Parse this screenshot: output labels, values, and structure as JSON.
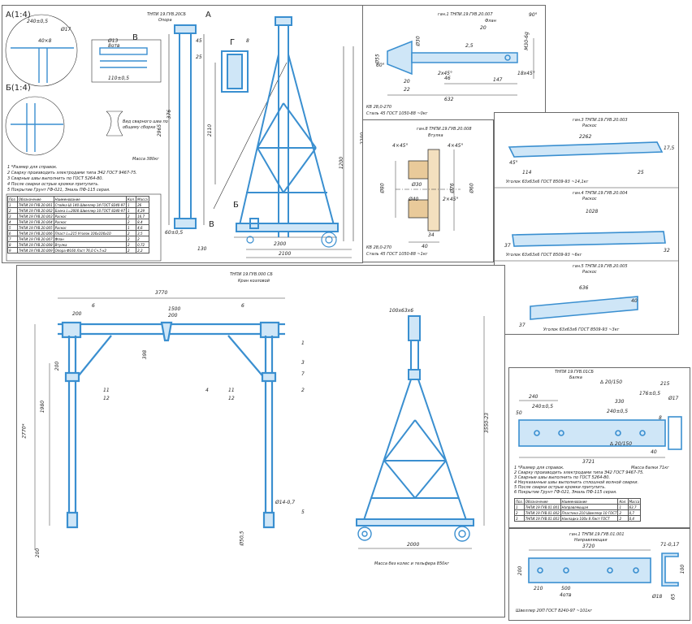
{
  "colors": {
    "steel": "#3a8fd0",
    "steel_light": "#7fbde8",
    "line": "#333333",
    "frame": "#6a6a6a"
  },
  "sheet1": {
    "title": "ТНПИ 19.ГУВ.20СБ",
    "subtitle": "Опора",
    "view_a": "А(1:4)",
    "view_b": "Б(1:4)",
    "label_a": "А",
    "label_b": "Б",
    "label_v": "В",
    "label_g": "Г",
    "view_v": "В",
    "dims": [
      "240±0,5",
      "40×8",
      "Ø17",
      "Ø13",
      "8отв",
      "110±0,5",
      "45",
      "25",
      "2110",
      "2965",
      "376",
      "1200",
      "2200",
      "2100",
      "2300",
      "60±0,5",
      "130",
      "8"
    ],
    "notes": [
      "1 *Размер для справок.",
      "2 Сварку производить электродами типа Э42 ГОСТ 9467-75.",
      "3 Сварные швы выполнить по ГОСТ 5264-80.",
      "4 После сварки острые кромки притупить.",
      "5 Покрытие Грунт ГФ-021, Эмаль ПФ-115 серая."
    ],
    "mass_note": "Масса 380кг",
    "weld_note": "Вид сварного шва по общему сборке",
    "spec_headers": [
      "Поз.",
      "Обозначение",
      "Наименование",
      "Кол.",
      "Масса"
    ],
    "spec_rows": [
      [
        "1",
        "ТНПИ.19.ГУВ.20.001",
        "Стойка Ш 140 Швеллер 14 ГОСТ 8240-97",
        "1",
        "26"
      ],
      [
        "2",
        "ТНПИ.19.ГУВ.20.002",
        "Балка L=2000 Швеллер 10 ГОСТ 8240-97",
        "1",
        "4,29"
      ],
      [
        "3",
        "ТНПИ.19.ГУВ.20.003",
        "Раскос",
        "2",
        "16,7"
      ],
      [
        "4",
        "ТНПИ.19.ГУВ.20.004",
        "Раскос",
        "2",
        "8,4"
      ],
      [
        "5",
        "ТНПИ.19.ГУВ.20.005",
        "Раскос",
        "1",
        "4,6"
      ],
      [
        "6",
        "ТНПИ.19.ГУВ.20.006",
        "Пласт L=215 Уголок 100х100х10",
        "2",
        "3,5"
      ],
      [
        "7",
        "ТНПИ.19.ГУВ.20.007",
        "Флан",
        "2",
        "2"
      ],
      [
        "8",
        "ТНПИ.19.ГУВ.20.008",
        "Втулка",
        "2",
        "0,72"
      ],
      [
        "9",
        "ТНПИ.19.ГУВ.20.009",
        "Опора Ф160 Ласт 76,0 Сч.5 к2",
        "2",
        "2,2"
      ]
    ]
  },
  "sheet2": {
    "stamp": "ган.1 ТНПИ.19.ГУВ.20.007",
    "title": "Флан",
    "dims": [
      "Ø30",
      "Ø55",
      "60°",
      "M30-6g",
      "20",
      "632",
      "22",
      "2,5",
      "2х45°",
      "18х45°",
      "147",
      "20",
      "46",
      "90°"
    ],
    "material": "КВ 28,0-270",
    "material2": "Сталь 45 ГОСТ 1050-88 ~0кг"
  },
  "sheet3": {
    "stamp": "ган.8 ТНПИ.19.ГУВ.20.008",
    "title": "Втулка",
    "dims": [
      "4×45°",
      "4×45°",
      "Ø80",
      "Ø76",
      "Ø60",
      "Ø40",
      "2×45°",
      "Ø30",
      "34",
      "40"
    ],
    "material": "КВ 28,0-270",
    "material2": "Сталь 45 ГОСТ 1050-88 ~1кг"
  },
  "sheet4": {
    "parts": [
      {
        "stamp": "ган.3 ТНПИ.19.ГУВ.20.003",
        "title": "Раскос",
        "length": "2262",
        "dims": [
          "45°",
          "114",
          "25",
          "17,5"
        ],
        "material": "Уголок 63х63х6 ГОСТ 8509-93 ~14,1кг"
      },
      {
        "stamp": "ган.4 ТНПИ.19.ГУВ.20.004",
        "title": "Раскос",
        "length": "1028",
        "dims": [
          "37",
          "32"
        ],
        "material": "Уголок 63х63х6 ГОСТ 8509-93 ~6кг"
      },
      {
        "stamp": "ган.5 ТНПИ.19.ГУВ.20.005",
        "title": "Раскос",
        "length": "636",
        "dims": [
          "37",
          "40"
        ],
        "material": "Уголок 63х63х6 ГОСТ 8509-93 ~3кг"
      }
    ]
  },
  "sheet5": {
    "title": "ТНПИ 19.ГУВ.000 СБ",
    "subtitle": "Кран козловой",
    "dims": [
      "3770",
      "1500",
      "200",
      "200",
      "200",
      "398",
      "2770*",
      "1980",
      "2000",
      "200",
      "3550-23",
      "100х63х6",
      "Ø14-0,7",
      "Ø50,5"
    ],
    "callouts": [
      "1",
      "2",
      "3",
      "4",
      "5",
      "6",
      "6",
      "11",
      "12",
      "11",
      "12",
      "7"
    ],
    "mass_note": "Масса без колес и тельфера 850кг"
  },
  "sheet6": {
    "title": "ТНПИ 19.ГУВ.01СБ",
    "subtitle": "Балка",
    "dims": [
      "240",
      "240±0,5",
      "330",
      "240±0,5",
      "Ø17",
      "40",
      "50",
      "8",
      "176±0,5",
      "215",
      "3721",
      "∆ 20/150",
      "∆ 20/150"
    ],
    "notes": [
      "1 *Размер для справок.",
      "2 Сварку производить электродами типа Э42 ГОСТ 9467-75.",
      "3 Сварные швы выполнить по ГОСТ 5264-80.",
      "4 Неуказанные швы выполнить сплошной волной сварки.",
      "5 После сварки острые кромки притупить.",
      "6 Покрытие Грунт ГФ-021, Эмаль ПФ-115 серая."
    ],
    "mass_note": "Масса балки 71кг",
    "spec_headers": [
      "Поз.",
      "Обозначение",
      "Наименование",
      "Кол.",
      "Масса"
    ],
    "spec_rows": [
      [
        "1",
        "ТНПИ.19.ГУВ.01.001",
        "Направляющая",
        "1",
        "63,7"
      ],
      [
        "2",
        "ТНПИ.19.ГУВ.01.002",
        "Пластина 210 Швеллер 10 ГОСТ",
        "2",
        "0,7"
      ],
      [
        "3",
        "ТНПИ.19.ГУВ.01.003",
        "Накладка 100х 8 Лист ГОСТ",
        "2",
        "0,4"
      ]
    ]
  },
  "sheet7": {
    "stamp": "ган.1 ТНПИ.19.ГУВ.01.001",
    "title": "Направляющая",
    "dims": [
      "3720",
      "71-0,17",
      "200",
      "210",
      "500",
      "4отв",
      "Ø18",
      "65",
      "100"
    ],
    "material": "Швеллер 20П ГОСТ 8240-97 ~101кг"
  }
}
